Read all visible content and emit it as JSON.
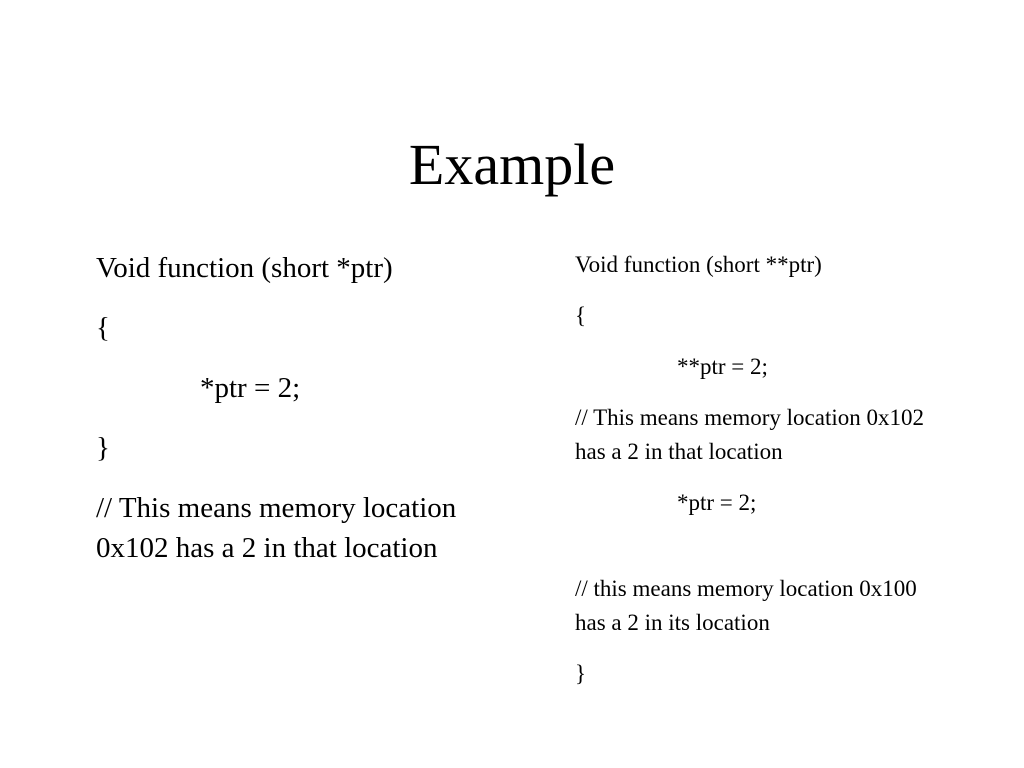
{
  "slide": {
    "title": "Example",
    "left_column": {
      "signature": "Void function (short *ptr)",
      "open_brace": "{",
      "statement": "*ptr = 2;",
      "close_brace": "}",
      "comment": "// This means memory location 0x102 has a 2 in that location"
    },
    "right_column": {
      "signature": "Void function (short **ptr)",
      "open_brace": "{",
      "statement_1": "**ptr = 2;",
      "comment_1": "// This means memory location 0x102 has a 2 in that location",
      "statement_2": "*ptr = 2;",
      "comment_2": "// this means memory location 0x100 has a 2 in its location",
      "close_brace": "}"
    }
  }
}
